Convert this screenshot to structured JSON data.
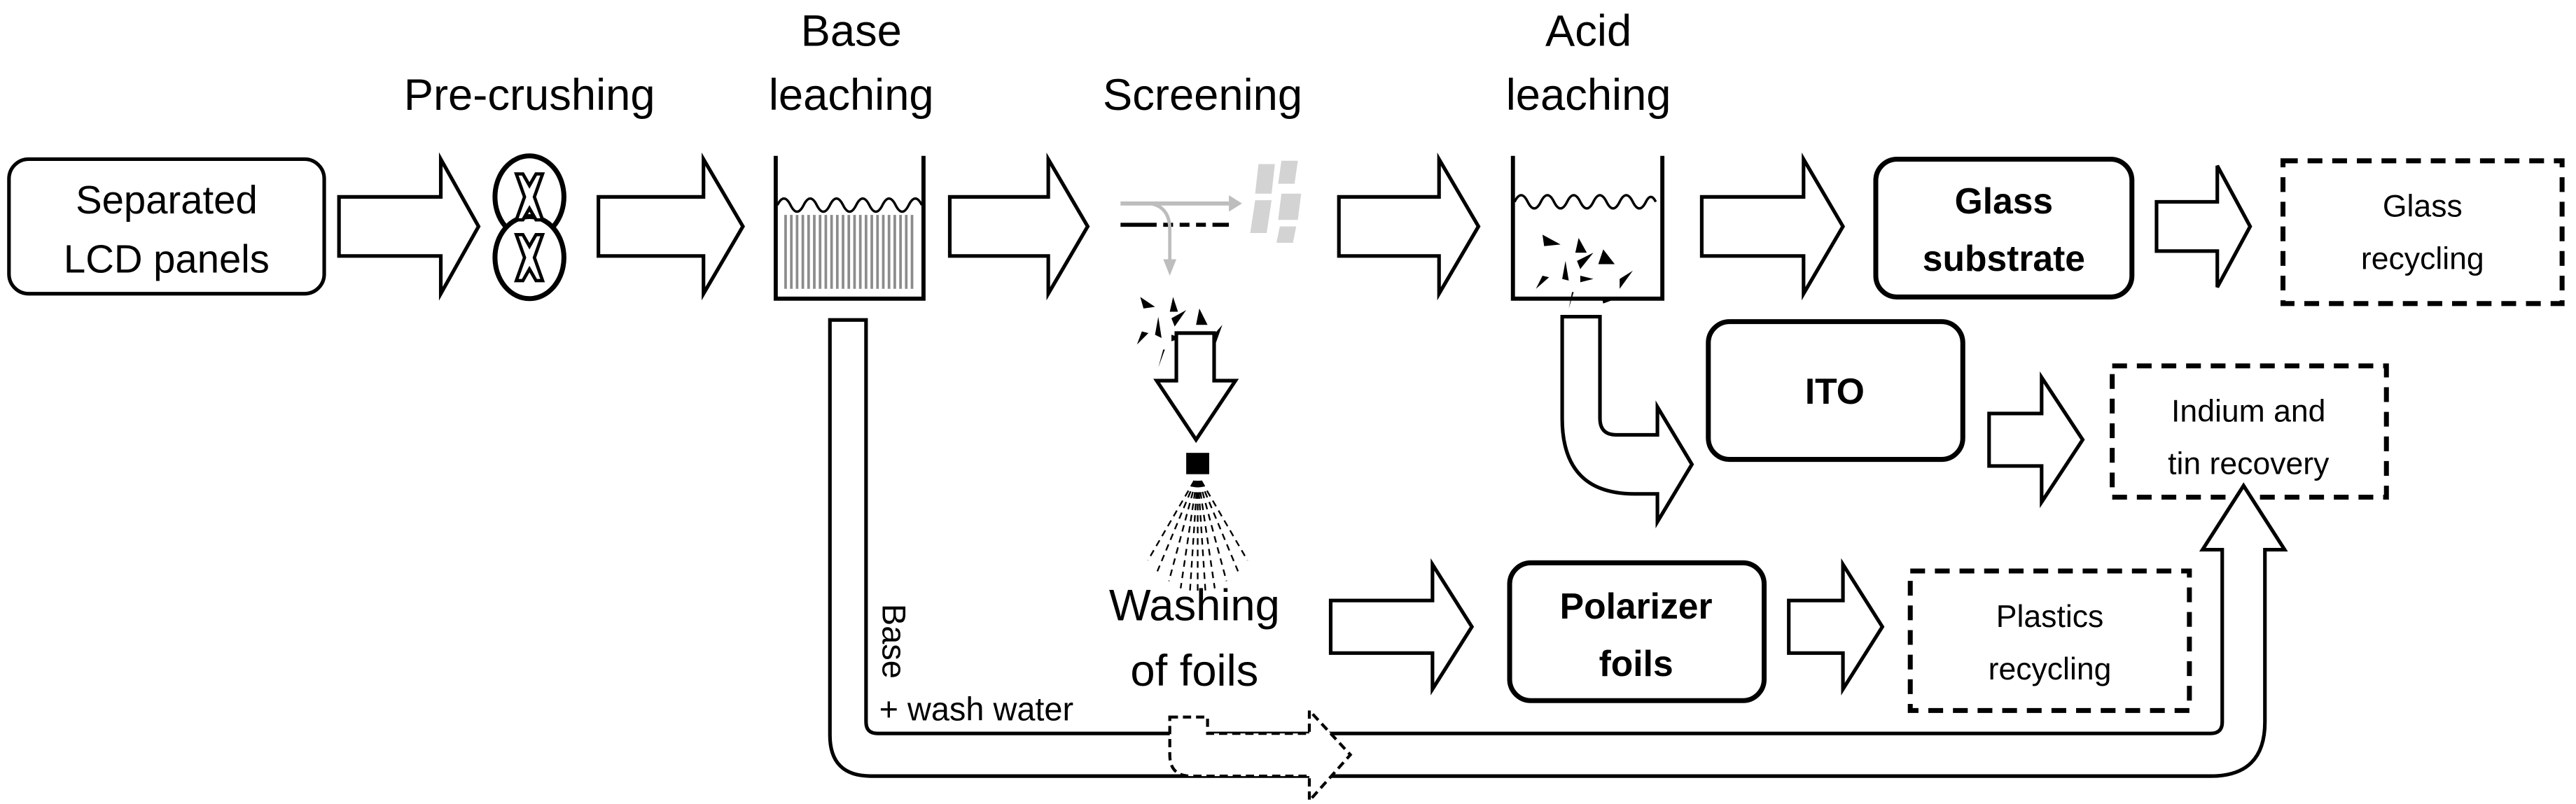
{
  "diagram": {
    "stage_labels": {
      "pre_crushing": "Pre-crushing",
      "base_leaching_1": "Base",
      "base_leaching_2": "leaching",
      "screening": "Screening",
      "acid_leaching_1": "Acid",
      "acid_leaching_2": "leaching",
      "washing_1": "Washing",
      "washing_2": "of foils"
    },
    "boxes": {
      "input": {
        "line1": "Separated",
        "line2": "LCD panels"
      },
      "glass_substrate": {
        "line1": "Glass",
        "line2": "substrate"
      },
      "ito": {
        "line1": "ITO"
      },
      "polarizer": {
        "line1": "Polarizer",
        "line2": "foils"
      }
    },
    "outputs": {
      "glass_recycling": {
        "line1": "Glass",
        "line2": "recycling"
      },
      "indium_tin": {
        "line1": "Indium and",
        "line2": "tin recovery"
      },
      "plastics": {
        "line1": "Plastics",
        "line2": "recycling"
      }
    },
    "pipe_labels": {
      "base": "Base",
      "wash_water": "+ wash water"
    },
    "colors": {
      "line": "#000000",
      "screen_grey": "#bdbdbd",
      "fiber_grey": "#8c8c8c",
      "background": "#ffffff"
    }
  }
}
